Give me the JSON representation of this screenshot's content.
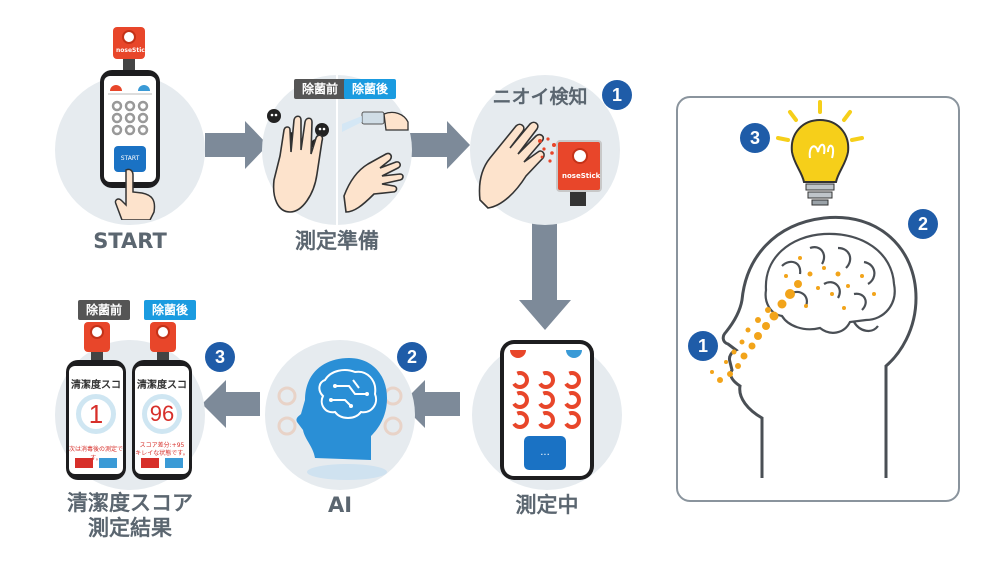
{
  "steps": {
    "start": "START",
    "prep": "測定準備",
    "detect": "ニオイ検知",
    "measuring": "測定中",
    "ai": "AI",
    "result_line1": "清潔度スコア",
    "result_line2": "測定結果"
  },
  "tags": {
    "before": "除菌前",
    "after": "除菌後"
  },
  "badges": {
    "one": "1",
    "two": "2",
    "three": "3"
  },
  "device_label": "noseStick",
  "start_button": "START",
  "measure_button": "...",
  "score_screen_title": "清潔度スコア",
  "score_before": "1",
  "score_after": "96",
  "note_before": "次は消毒後の測定です。",
  "note_after_1": "スコア差分:+95",
  "note_after_2": "キレイな状態です。",
  "colors": {
    "accent_red": "#e8462a",
    "badge_blue": "#1f5ca8",
    "tag_gray": "#555555",
    "tag_blue": "#1a9be0",
    "circle_bg": "#e6ebef",
    "arrow_gray": "#7d8a99",
    "ai_blue": "#2a8fd6",
    "bulb_yellow": "#f6cf1a"
  }
}
